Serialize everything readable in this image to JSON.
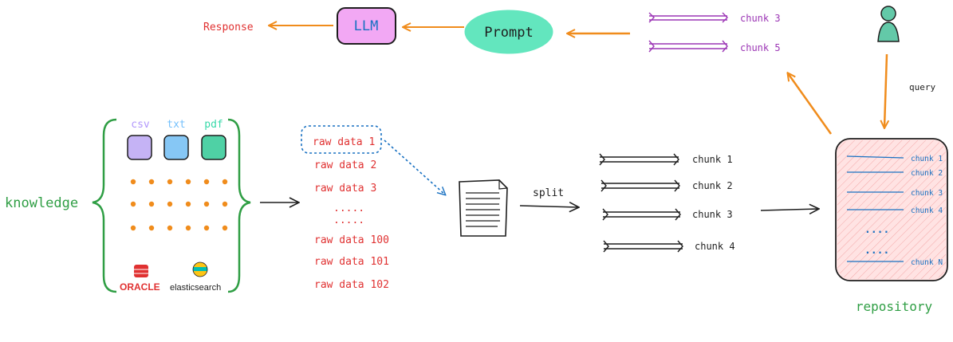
{
  "top": {
    "response": "Response",
    "llm": "LLM",
    "prompt": "Prompt",
    "query": "query"
  },
  "retrieved_chunks": [
    "chunk 3",
    "chunk 5"
  ],
  "knowledge": {
    "label": "knowledge",
    "file_types": [
      "csv",
      "txt",
      "pdf"
    ],
    "sources": [
      "ORACLE",
      "elasticsearch"
    ]
  },
  "raw_data": {
    "items": [
      "raw data 1",
      "raw data 2",
      "raw data 3",
      ".....",
      ".....",
      "raw data 100",
      "raw data 101",
      "raw data 102"
    ]
  },
  "split": {
    "label": "split",
    "chunks": [
      "chunk 1",
      "chunk 2",
      "chunk 3",
      "chunk 4"
    ]
  },
  "repository": {
    "label": "repository",
    "items": [
      "chunk 1",
      "chunk 2",
      "chunk 3",
      "chunk 4",
      "....",
      "....",
      "chunk N"
    ]
  },
  "colors": {
    "orange": "#f08c1c",
    "red": "#e03131",
    "green": "#2f9e44",
    "purple": "#9c36b5",
    "blue": "#1971c2",
    "llm_fill": "#f2a8f4",
    "prompt_fill": "#63e6be",
    "csv_fill": "#c5b3f5",
    "txt_fill": "#86c7f5",
    "pdf_fill": "#4fd1a5",
    "repo_fill": "#ffe3e3",
    "dot": "#f08c1c",
    "ink": "#1e1e1e"
  }
}
